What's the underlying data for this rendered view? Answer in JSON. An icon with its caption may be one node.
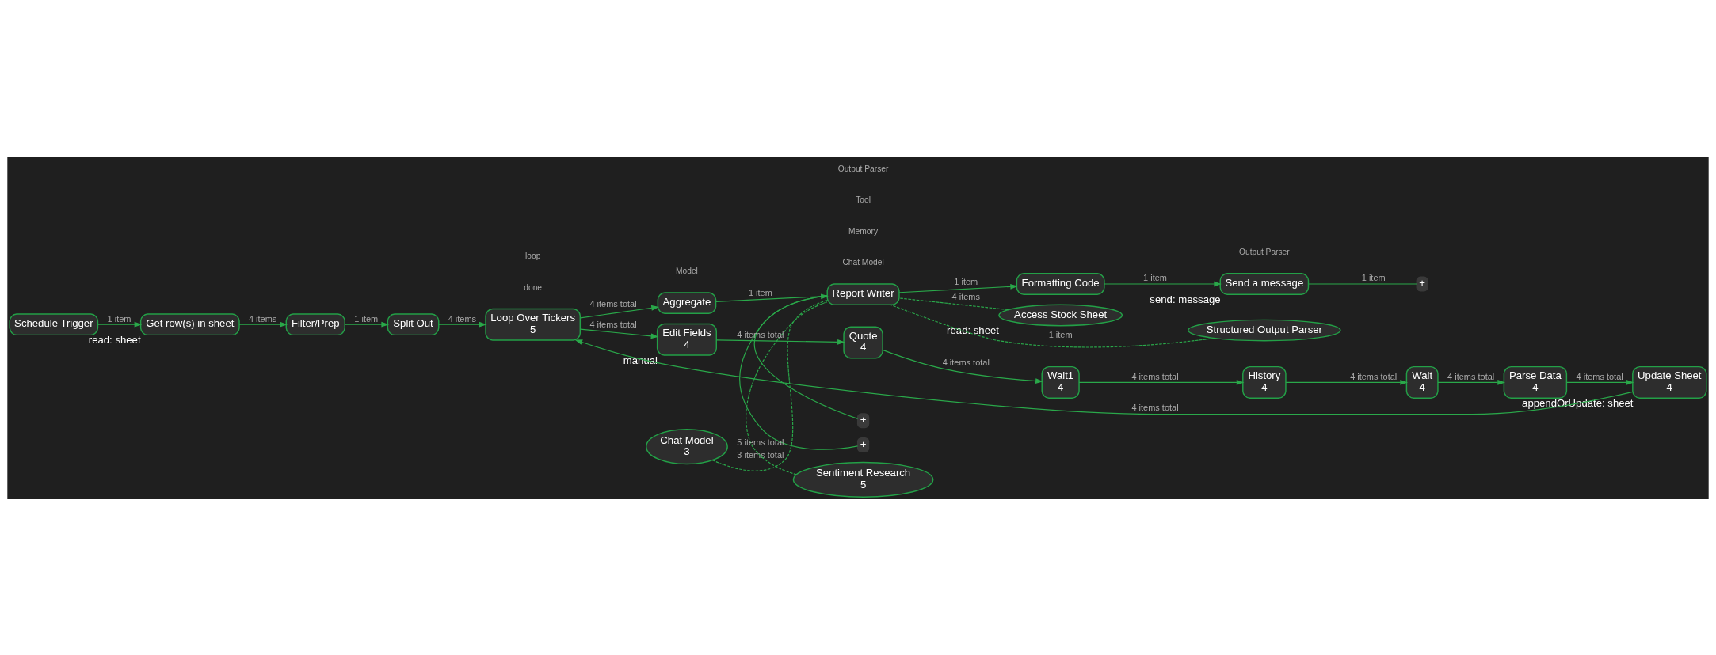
{
  "diagram": {
    "nodes": [
      {
        "text": [
          "Schedule Trigger"
        ]
      },
      {
        "text": [
          "Get row(s) in sheet"
        ],
        "beside": [
          "read: sheet"
        ]
      },
      {
        "text": [
          "Filter/Prep"
        ]
      },
      {
        "text": [
          "Split Out"
        ]
      },
      {
        "text": [
          "Loop Over Tickers",
          "5"
        ]
      },
      {
        "text": [
          "Aggregate"
        ]
      },
      {
        "text": [
          "Report Writer"
        ]
      },
      {
        "text": [
          "Formatting Code"
        ]
      },
      {
        "text": [
          "Send a message"
        ],
        "beside": [
          "send: message"
        ]
      },
      {
        "text": [
          "+"
        ]
      },
      {
        "text": [
          "+"
        ]
      },
      {
        "text": [
          "+"
        ]
      },
      {
        "text": [
          "Chat Model",
          "3"
        ]
      },
      {
        "text": [
          "Sentiment Research",
          "5"
        ]
      },
      {
        "text": [
          "Access Stock Sheet"
        ],
        "beside": [
          "read: sheet"
        ]
      },
      {
        "text": [
          "Structured Output Parser"
        ]
      },
      {
        "text": [
          "Edit Fields",
          "4"
        ],
        "beside": [
          "manual"
        ]
      },
      {
        "text": [
          "Quote",
          "4"
        ]
      },
      {
        "text": [
          "Wait1",
          "4"
        ]
      },
      {
        "text": [
          "History",
          "4"
        ]
      },
      {
        "text": [
          "Wait",
          "4"
        ]
      },
      {
        "text": [
          "Parse Data",
          "4"
        ]
      },
      {
        "text": [
          "Update Sheet",
          "4"
        ],
        "beside": [
          "appendOrUpdate: sheet"
        ]
      }
    ],
    "edges": [
      {
        "from": 0,
        "to": 1,
        "arrow": "to",
        "label": "1 item"
      },
      {
        "from": 1,
        "to": 2,
        "arrow": "to",
        "label": "4 items"
      },
      {
        "from": 2,
        "to": 3,
        "arrow": "to",
        "label": "1 item"
      },
      {
        "from": 3,
        "to": 4,
        "arrow": "to",
        "label": "4 items"
      },
      {
        "from": 4,
        "to": 5,
        "arrow": "to",
        "label": "4 items total"
      },
      {
        "from": 5,
        "to": 6,
        "arrow": "to",
        "label": "1 item"
      },
      {
        "from": 6,
        "to": 7,
        "arrow": "to",
        "label": "1 item"
      },
      {
        "from": 7,
        "to": 8,
        "arrow": "to",
        "label": "1 item"
      },
      {
        "from": 8,
        "to": 9,
        "arrow": "none",
        "label": "1 item"
      },
      {
        "from": 6,
        "to": 10,
        "arrow": "none"
      },
      {
        "from": 6,
        "to": 11,
        "arrow": "none"
      },
      {
        "from": 12,
        "to": 6,
        "arrow": "none",
        "style": "dashed",
        "label": "3 items total"
      },
      {
        "from": 13,
        "to": 6,
        "arrow": "none",
        "style": "dashed",
        "label": "5 items total"
      },
      {
        "from": 14,
        "to": 6,
        "arrow": "none",
        "style": "dashed",
        "label": "4 items"
      },
      {
        "from": 15,
        "to": 6,
        "arrow": "none",
        "style": "dashed",
        "label": "1 item"
      },
      {
        "from": 4,
        "to": 16,
        "arrow": "to",
        "label": "4 items total"
      },
      {
        "from": 16,
        "to": 17,
        "arrow": "to",
        "label": "4 items total"
      },
      {
        "from": 17,
        "to": 18,
        "arrow": "to",
        "label": "4 items total"
      },
      {
        "from": 18,
        "to": 19,
        "arrow": "to",
        "label": "4 items total"
      },
      {
        "from": 19,
        "to": 20,
        "arrow": "to",
        "label": "4 items total"
      },
      {
        "from": 20,
        "to": 21,
        "arrow": "to",
        "label": "4 items total"
      },
      {
        "from": 21,
        "to": 22,
        "arrow": "to",
        "label": "4 items total"
      },
      {
        "from": 22,
        "to": 4,
        "arrow": "to",
        "label": "4 items total"
      }
    ],
    "labels": [
      "done",
      "loop",
      "Chat Model",
      "Memory",
      "Tool",
      "Output Parser",
      "Model",
      "Output Parser"
    ]
  }
}
